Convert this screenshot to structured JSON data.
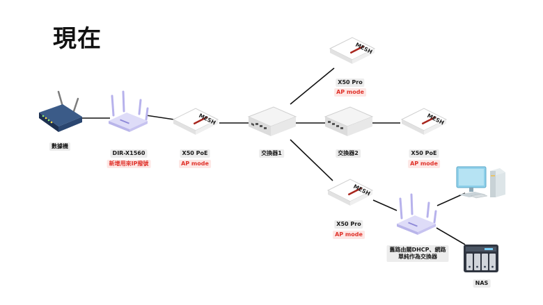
{
  "title": "現在",
  "devices": {
    "modem": {
      "label": "數據機"
    },
    "router_main": {
      "label": "DIR-X1560",
      "note": "新增用來IP撥號"
    },
    "mesh_left": {
      "logo": "MESH",
      "label": "X50 PoE",
      "mode": "AP mode"
    },
    "switch1": {
      "label": "交換器1"
    },
    "mesh_top": {
      "logo": "MESH",
      "label": "X50 Pro",
      "mode": "AP mode"
    },
    "switch2": {
      "label": "交換器2"
    },
    "mesh_right": {
      "logo": "MESH",
      "label": "X50 PoE",
      "mode": "AP mode"
    },
    "mesh_bottom": {
      "logo": "MESH",
      "label": "X50 Pro",
      "mode": "AP mode"
    },
    "router_old": {
      "label_line1": "舊路由關DHCP、網路",
      "label_line2": "單純作為交換器"
    },
    "nas": {
      "label": "NAS"
    }
  },
  "icons": {
    "modem": "modem-icon",
    "router": "router-icon",
    "mesh": "mesh-access-point-icon",
    "switch": "network-switch-icon",
    "computer": "desktop-computer-icon",
    "nas": "nas-storage-icon"
  },
  "colors": {
    "router_body": "#cfcdf3",
    "router_antenna": "#b7b2ec",
    "mesh_logo_bar": "#a8251d",
    "modem_body": "#223a5e",
    "label_red": "#e0332b",
    "monitor": "#8fd0ea",
    "nas_body": "#2f3540"
  }
}
